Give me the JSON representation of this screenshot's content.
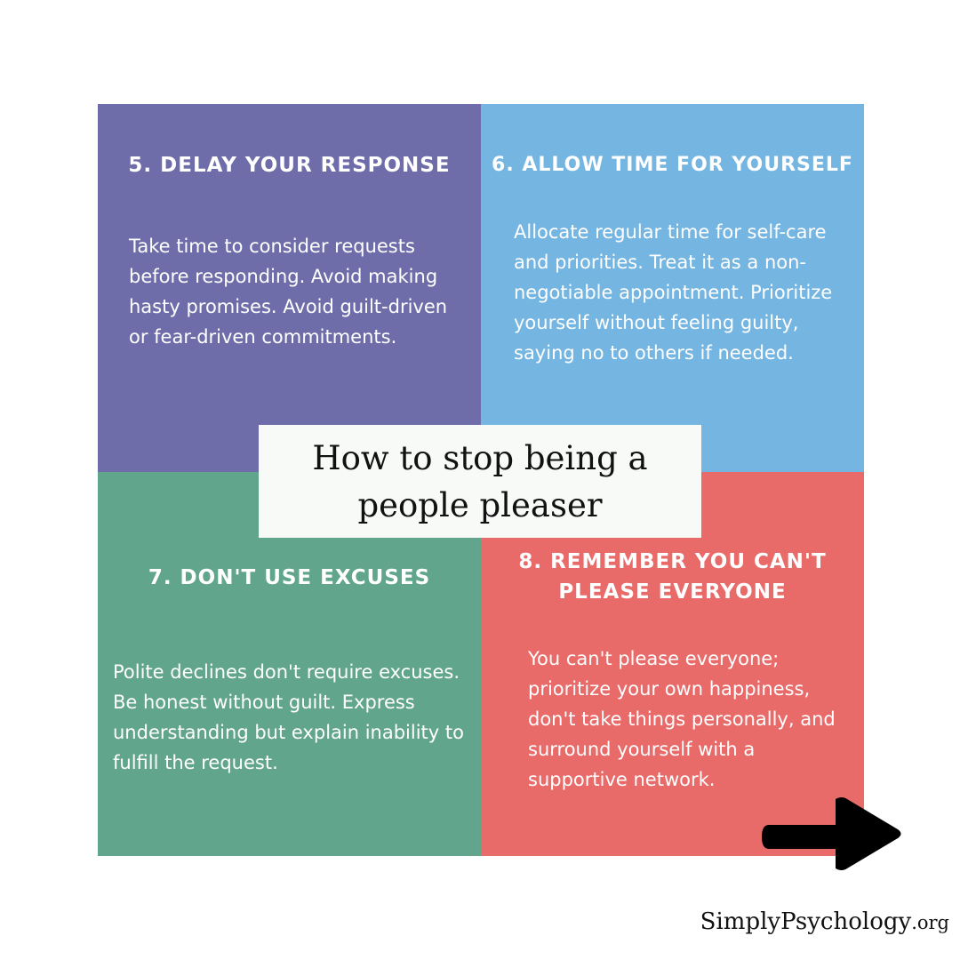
{
  "colors": {
    "tile_5": "#6e6daa",
    "tile_6": "#74b5e1",
    "tile_7": "#61a68c",
    "tile_8": "#e86a69",
    "text": "#ffffff",
    "title_bg": "#f8faf8",
    "arrow": "#000000"
  },
  "title": "How to stop being a people pleaser",
  "tips": [
    {
      "heading": "5. Delay your response",
      "body": "Take time to consider requests before responding. Avoid making hasty promises. Avoid guilt-driven or fear-driven commitments."
    },
    {
      "heading": "6. Allow time for yourself",
      "body": "Allocate regular time for self-care and priorities. Treat it as a non-negotiable appointment. Prioritize yourself without feeling guilty, saying no to others if needed."
    },
    {
      "heading": "7. Don't use excuses",
      "body": "Polite declines don't require excuses. Be honest without guilt. Express understanding but explain inability to fulfill the request."
    },
    {
      "heading": "8. Remember you can't please everyone",
      "body": "You can't please everyone; prioritize your own happiness, don't take things personally, and surround yourself with a supportive network."
    }
  ],
  "arrow_icon": "right-arrow-icon",
  "footer": {
    "brand": "SimplyPsychology",
    "tld": ".org"
  }
}
